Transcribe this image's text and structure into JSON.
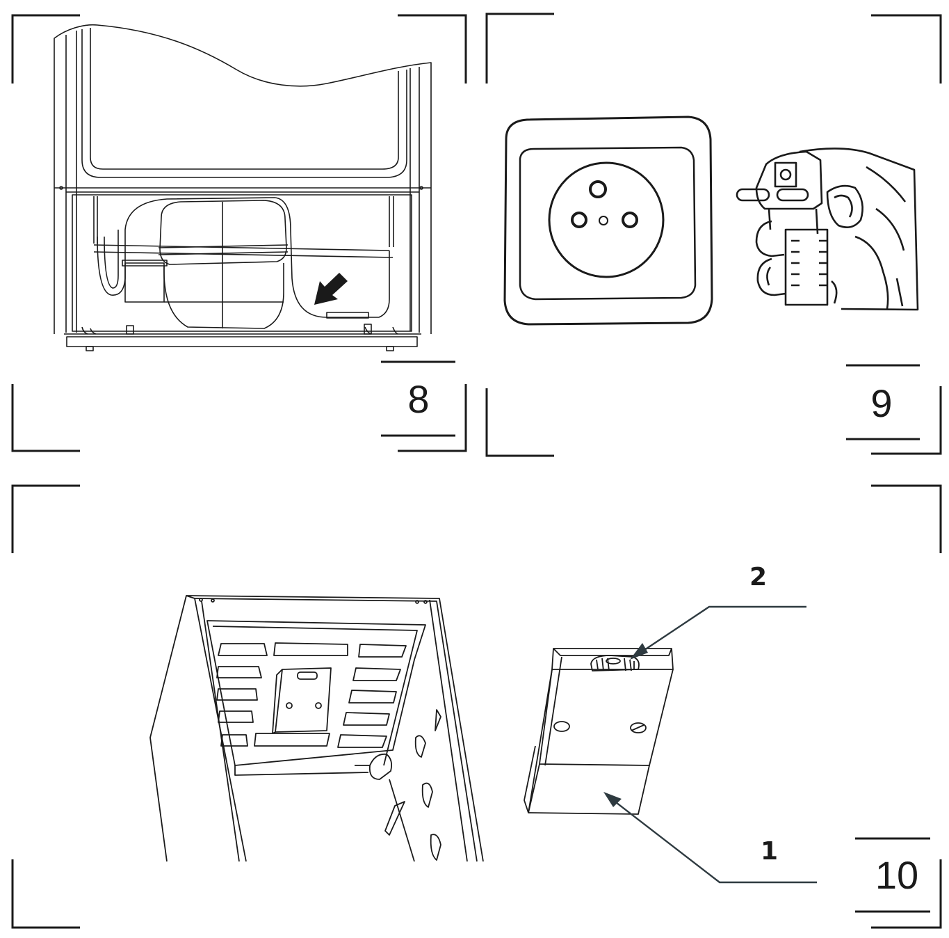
{
  "figures": [
    {
      "number": "8"
    },
    {
      "number": "9"
    },
    {
      "number": "10",
      "callouts": [
        "2",
        "1"
      ]
    }
  ],
  "colors": {
    "line": "#1a1a1a",
    "callout_line": "#2e3a40",
    "background": "#ffffff"
  }
}
